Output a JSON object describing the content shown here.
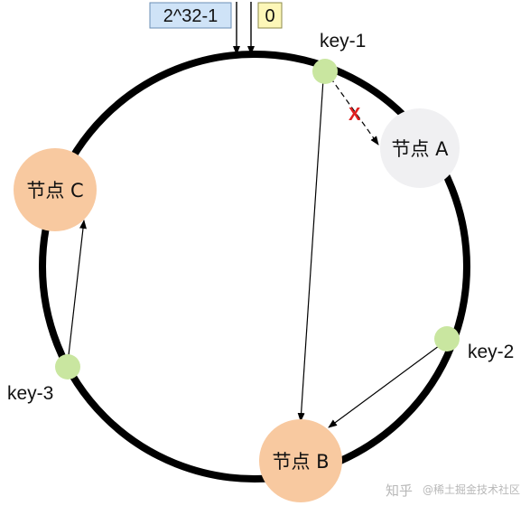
{
  "labels": {
    "range_max": "2^32-1",
    "range_zero": "0",
    "node_a": "节点 A",
    "node_b": "节点 B",
    "node_c": "节点 C",
    "key1": "key-1",
    "key2": "key-2",
    "key3": "key-3",
    "cross_mark": "X"
  },
  "watermark": {
    "brand": "知乎",
    "handle": "@稀土掘金技术社区"
  },
  "colors": {
    "ring": "#000000",
    "node_orange": "#f8c9a0",
    "node_failed": "#f0f0f2",
    "key_green": "#c9e6a0",
    "range_box_blue": "#cfe3f7",
    "range_box_blue_border": "#6b8fb5",
    "range_box_yellow": "#fdf7b8",
    "range_box_yellow_border": "#8c8a4a",
    "cross_red": "#e02020"
  }
}
